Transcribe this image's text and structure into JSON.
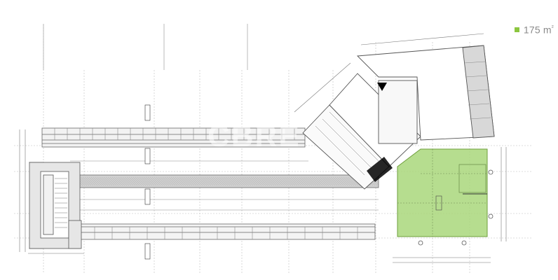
{
  "legend": {
    "swatch_color": "#8cc63f",
    "area_value": "175 m",
    "area_unit_sup": "²"
  },
  "plan": {
    "highlight_color": "#a9d77b",
    "highlight_label": "175 m²",
    "line_color": "#555555",
    "grid_color": "#b0b0b0"
  },
  "watermark": {
    "text": "CBRE"
  }
}
